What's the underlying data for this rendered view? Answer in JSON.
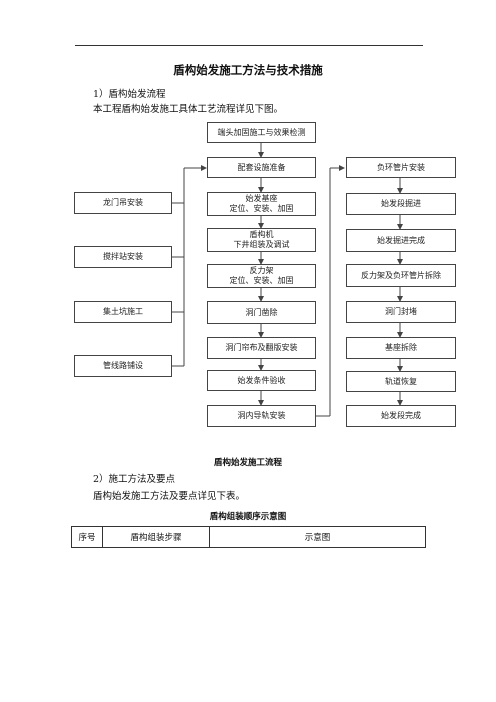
{
  "doc": {
    "title": "盾构始发施工方法与技术措施",
    "section1_heading": "1）盾构始发流程",
    "section1_text": "本工程盾构始发施工具体工艺流程详见下图。",
    "figure_caption": "盾构始发施工流程",
    "section2_heading": "2）施工方法及要点",
    "section2_text": "盾构始发施工方法及要点详见下表。",
    "table_caption": "盾构组装顺序示意图"
  },
  "flowchart": {
    "left_column": [
      "龙门吊安装",
      "搅拌站安装",
      "集土坑施工",
      "管线路铺设"
    ],
    "center_column": [
      "端头加固施工与效果检测",
      "配套设施准备",
      "始发基座\n定位、安装、加固",
      "盾构机\n下井组装及调试",
      "反力架\n定位、安装、加固",
      "洞门凿除",
      "洞门帘布及翻版安装",
      "始发条件验收",
      "洞内导轨安装"
    ],
    "right_column": [
      "负环管片安装",
      "始发段掘进",
      "始发掘进完成",
      "反力架及负环管片拆除",
      "洞门封堵",
      "基座拆除",
      "轨道恢复",
      "始发段完成"
    ]
  },
  "table": {
    "headers": [
      "序号",
      "盾构组装步骤",
      "示意图"
    ]
  }
}
